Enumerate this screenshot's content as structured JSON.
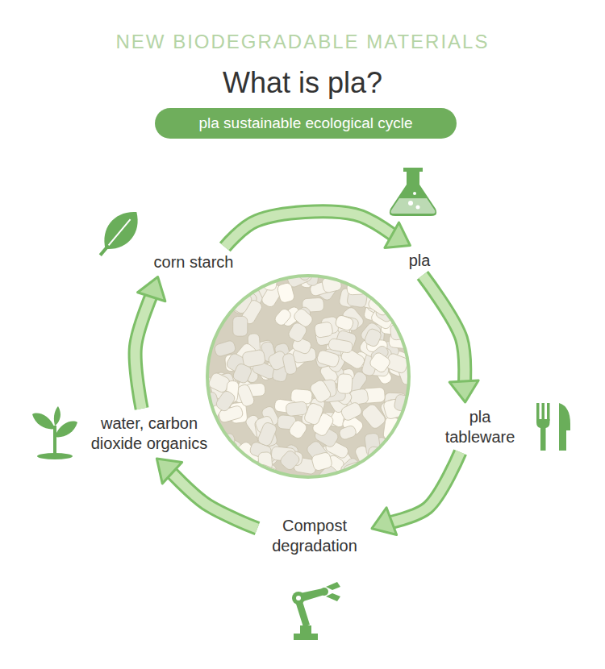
{
  "diagram": {
    "title": "What is pla?",
    "nodes": [
      {
        "text": [
          "pla sustainable ecological cycle"
        ]
      },
      {
        "text": [
          "corn starch"
        ]
      },
      {
        "text": [
          "pla"
        ]
      },
      {
        "text": [
          "pla tableware"
        ]
      },
      {
        "text": [
          "Compost degradation"
        ]
      },
      {
        "text": [
          "water, carbon dioxide organics"
        ]
      }
    ],
    "edges": [
      {
        "from": 1,
        "to": 2,
        "arrow": "to"
      },
      {
        "from": 2,
        "to": 3,
        "arrow": "to"
      },
      {
        "from": 3,
        "to": 4,
        "arrow": "to"
      },
      {
        "from": 4,
        "to": 5,
        "arrow": "to"
      },
      {
        "from": 5,
        "to": 1,
        "arrow": "to"
      }
    ],
    "labels": [
      "NEW BIODEGRADABLE MATERIALS"
    ]
  }
}
